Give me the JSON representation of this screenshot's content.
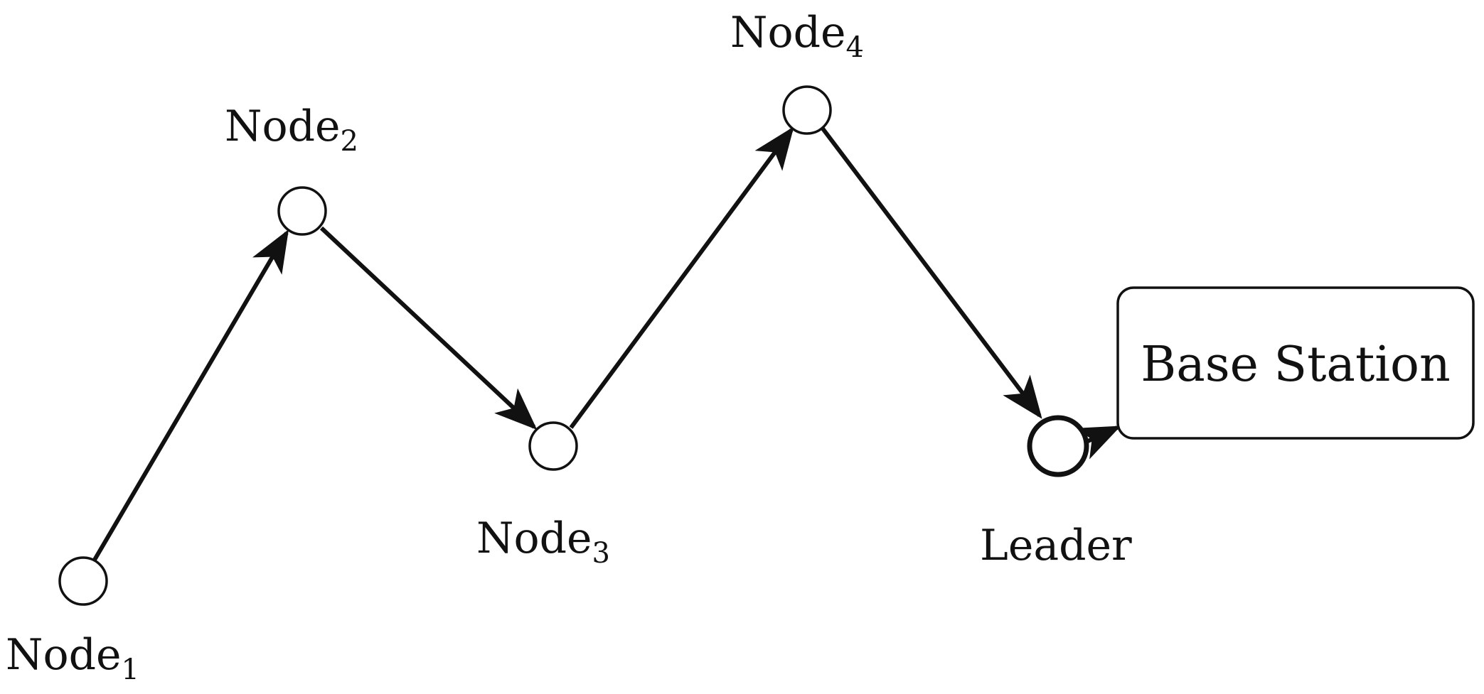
{
  "diagram": {
    "nodes": [
      {
        "id": "node1",
        "label": "Node",
        "subscript": "1"
      },
      {
        "id": "node2",
        "label": "Node",
        "subscript": "2"
      },
      {
        "id": "node3",
        "label": "Node",
        "subscript": "3"
      },
      {
        "id": "node4",
        "label": "Node",
        "subscript": "4"
      },
      {
        "id": "leader",
        "label": "Leader"
      }
    ],
    "base_station": {
      "label": "Base Station"
    },
    "edges": [
      {
        "from": "node1",
        "to": "node2"
      },
      {
        "from": "node2",
        "to": "node3"
      },
      {
        "from": "node3",
        "to": "node4"
      },
      {
        "from": "node4",
        "to": "leader"
      },
      {
        "from": "leader",
        "to": "base_station"
      }
    ],
    "colors": {
      "stroke": "#111111",
      "fill": "#ffffff"
    }
  }
}
